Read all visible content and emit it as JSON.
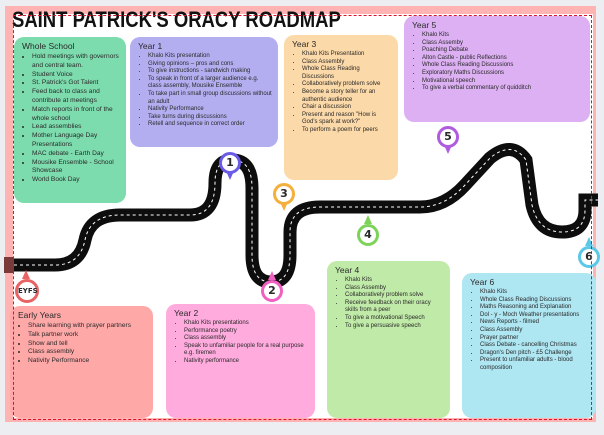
{
  "title": "SAINT PATRICK'S ORACY ROADMAP",
  "colors": {
    "whole_school": "#7ddcae",
    "year1": "#b3aef0",
    "year3": "#fcd9a8",
    "year5": "#dcb0f2",
    "early_years": "#ffa8a8",
    "year2": "#ffabde",
    "year4": "#c0eaa8",
    "year6": "#aee6f2"
  },
  "pins": {
    "eyfs": "EYFS",
    "p1": "1",
    "p2": "2",
    "p3": "3",
    "p4": "4",
    "p5": "5",
    "p6": "6"
  },
  "sections": {
    "whole_school": {
      "title": "Whole School",
      "items": [
        "Hold meetings with governors and central team.",
        "Student Voice",
        "St. Patrick's Got Talent",
        "Feed back to class and contribute at meetings",
        "Match reports in front of the whole school",
        "Lead assemblies",
        "Mother Language Day Presentations",
        "MAC debate - Earth Day",
        "Mousike Ensemble - School Showcase",
        "World Book Day"
      ]
    },
    "year1": {
      "title": "Year 1",
      "items": [
        "Khalo Kits presentation",
        "Giving opinions – pros and cons",
        "To give instructions - sandwich making",
        "To speak in front of a larger audience e.g. class assembly, Mousike Ensemble",
        "To take part in small group discussions without an adult",
        "Nativity Performance",
        "Take turns during discussions",
        "Retell and sequence in correct order"
      ]
    },
    "year3": {
      "title": "Year 3",
      "items": [
        "Khalo Kits Presentation",
        "Class Assembly",
        "Whole Class Reading Discussions",
        "Collaboratively problem solve",
        "Become a story teller for an authentic audience",
        "Chair a discussion",
        "Present and reason \"How is God's spark at work?\"",
        "To perform a poem for peers"
      ]
    },
    "year5": {
      "title": "Year 5",
      "items": [
        "Khalo Kits",
        "Class Assemby",
        "Poaching Debate",
        "Alton Castle - public Reflections",
        "Whole Class Reading Discussions",
        "Exploratory Maths Discussions",
        "Motivational speech",
        "To give a verbal commentary of quidditch"
      ]
    },
    "early_years": {
      "title": "Early Years",
      "items": [
        "Share learning with prayer partners",
        "Talk partner work",
        "Show and tell",
        "Class assembly",
        "Nativity Performance"
      ]
    },
    "year2": {
      "title": "Year 2",
      "items": [
        "Khalo Kits presentations",
        "Performance poetry",
        "Class assembly",
        "Speak to unfamiliar people for a real purpose e.g. firemen",
        "Nativity performance"
      ]
    },
    "year4": {
      "title": "Year 4",
      "items": [
        "Khalo Kits",
        "Class Assemby",
        "Collaboratively problem solve",
        "Receive feedback on their oracy skills from a peer",
        "To give a motivational Speech",
        "To give a persuasive speech"
      ]
    },
    "year6": {
      "title": "Year 6",
      "items": [
        "Khalo Kits",
        "Whole Class Reading Discussions",
        "Maths Reasoning and Explanation",
        "Dol - y - Moch Weather presentations",
        "News Reports - filmed",
        "Class Assembly",
        "Prayer partner",
        "Class Debate -  cancelling Christmas",
        "Dragon's Den pitch - £5 Challenge",
        "Present to unfamiliar adults - blood composition"
      ]
    }
  }
}
